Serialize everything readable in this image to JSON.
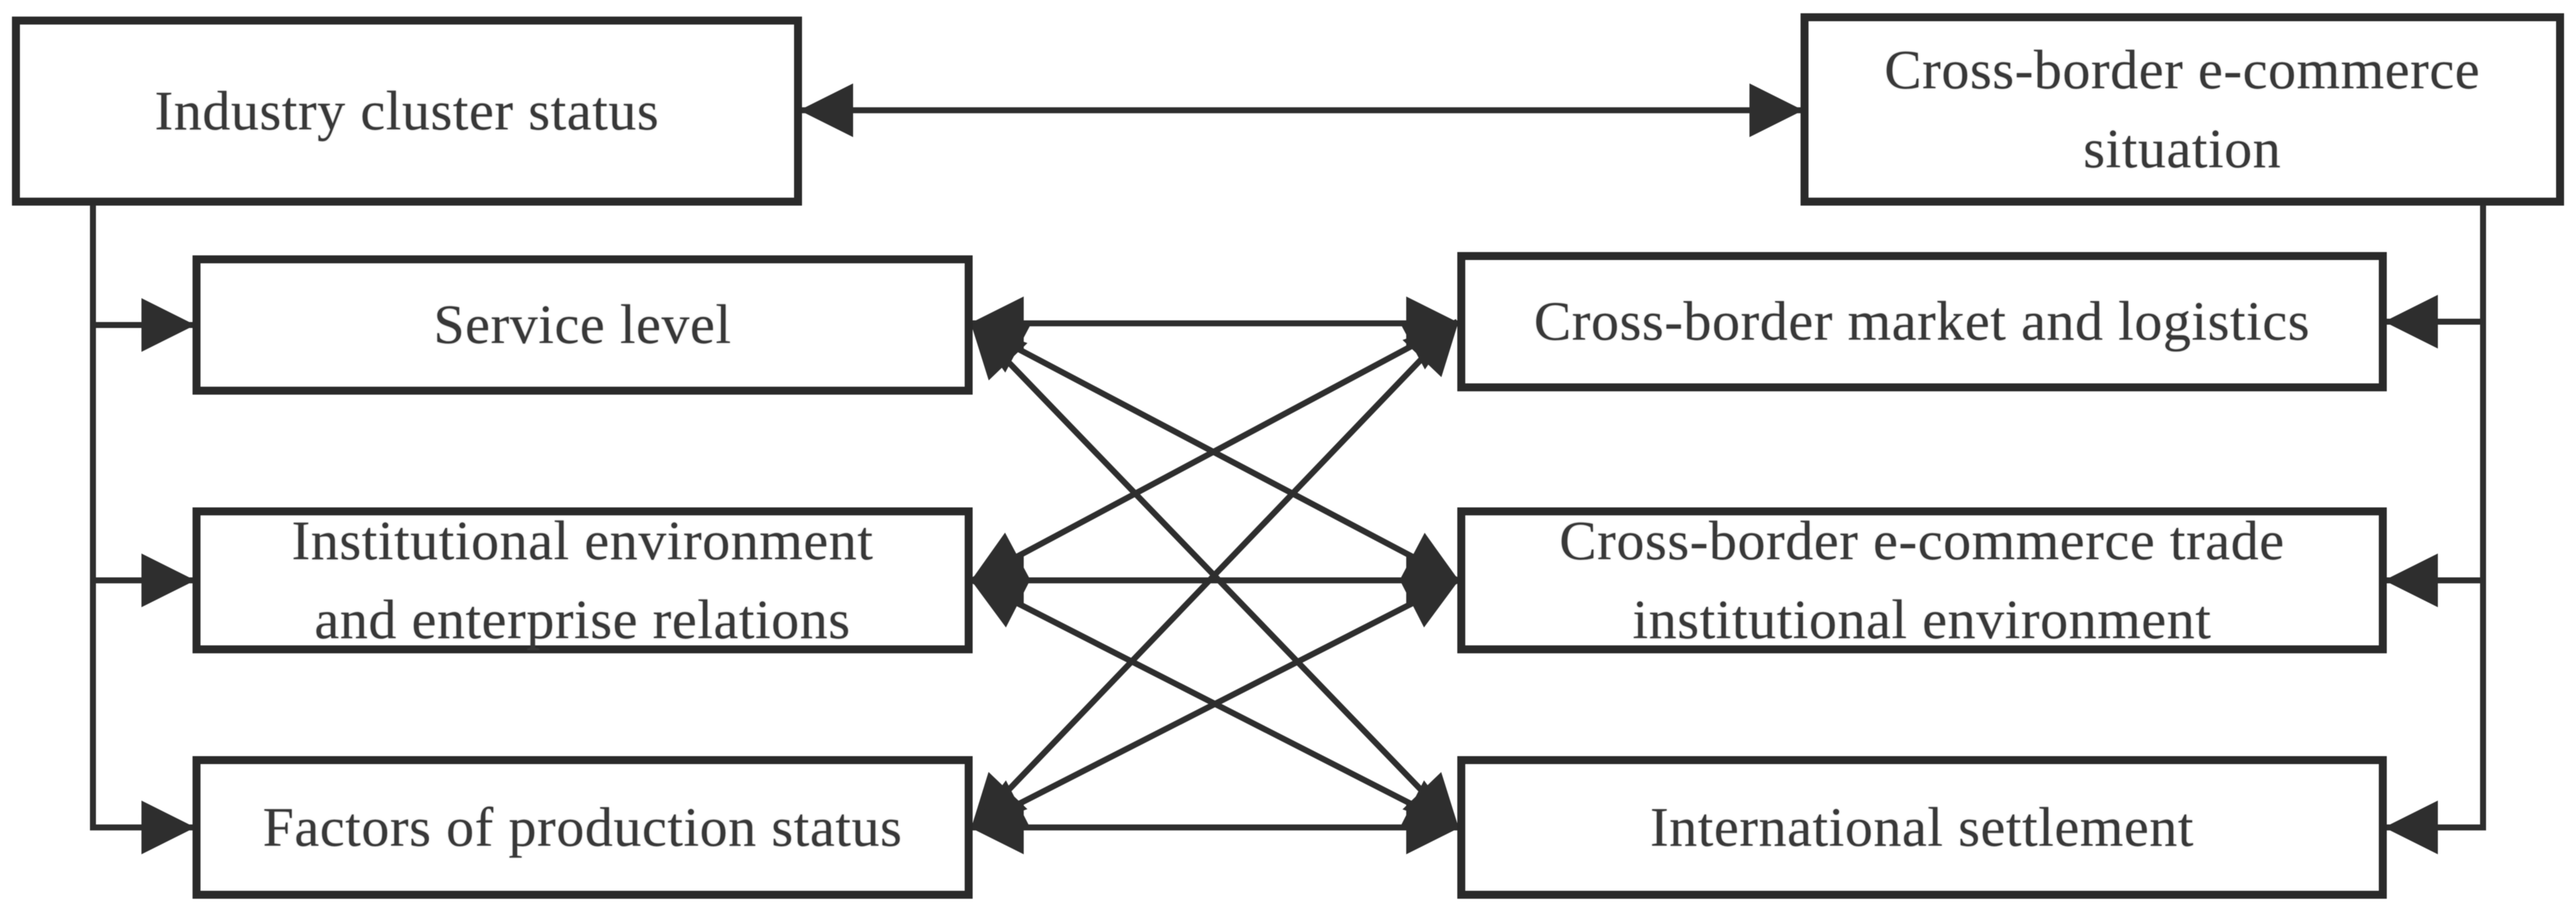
{
  "diagram": {
    "background_color": "#ffffff",
    "box_border_color": "#2a2a2a",
    "arrow_color": "#2e2e2e",
    "text_color": "#383838",
    "nodes": [
      {
        "id": "industry-cluster-status",
        "label": "Industry cluster status"
      },
      {
        "id": "cross-border-situation",
        "label": "Cross-border e-commerce\nsituation"
      },
      {
        "id": "service-level",
        "label": "Service level"
      },
      {
        "id": "institutional-environment",
        "label": "Institutional environment\nand enterprise relations"
      },
      {
        "id": "factors-production",
        "label": "Factors of production status"
      },
      {
        "id": "market-logistics",
        "label": "Cross-border market and logistics"
      },
      {
        "id": "trade-institutional-environment",
        "label": "Cross-border e-commerce trade\ninstitutional environment"
      },
      {
        "id": "international-settlement",
        "label": "International settlement"
      }
    ],
    "edges": [
      {
        "from": "industry-cluster-status",
        "to": "cross-border-situation",
        "type": "bidirectional",
        "route": "straight"
      },
      {
        "from": "industry-cluster-status",
        "to": "service-level",
        "type": "directed",
        "route": "elbow"
      },
      {
        "from": "industry-cluster-status",
        "to": "institutional-environment",
        "type": "directed",
        "route": "elbow"
      },
      {
        "from": "industry-cluster-status",
        "to": "factors-production",
        "type": "directed",
        "route": "elbow"
      },
      {
        "from": "cross-border-situation",
        "to": "market-logistics",
        "type": "directed",
        "route": "elbow"
      },
      {
        "from": "cross-border-situation",
        "to": "trade-institutional-environment",
        "type": "directed",
        "route": "elbow"
      },
      {
        "from": "cross-border-situation",
        "to": "international-settlement",
        "type": "directed",
        "route": "elbow"
      },
      {
        "from": "service-level",
        "to": "market-logistics",
        "type": "bidirectional",
        "route": "straight"
      },
      {
        "from": "service-level",
        "to": "trade-institutional-environment",
        "type": "bidirectional",
        "route": "straight"
      },
      {
        "from": "service-level",
        "to": "international-settlement",
        "type": "bidirectional",
        "route": "straight"
      },
      {
        "from": "institutional-environment",
        "to": "market-logistics",
        "type": "bidirectional",
        "route": "straight"
      },
      {
        "from": "institutional-environment",
        "to": "trade-institutional-environment",
        "type": "bidirectional",
        "route": "straight"
      },
      {
        "from": "institutional-environment",
        "to": "international-settlement",
        "type": "bidirectional",
        "route": "straight"
      },
      {
        "from": "factors-production",
        "to": "market-logistics",
        "type": "bidirectional",
        "route": "straight"
      },
      {
        "from": "factors-production",
        "to": "trade-institutional-environment",
        "type": "bidirectional",
        "route": "straight"
      },
      {
        "from": "factors-production",
        "to": "international-settlement",
        "type": "bidirectional",
        "route": "straight"
      }
    ]
  }
}
